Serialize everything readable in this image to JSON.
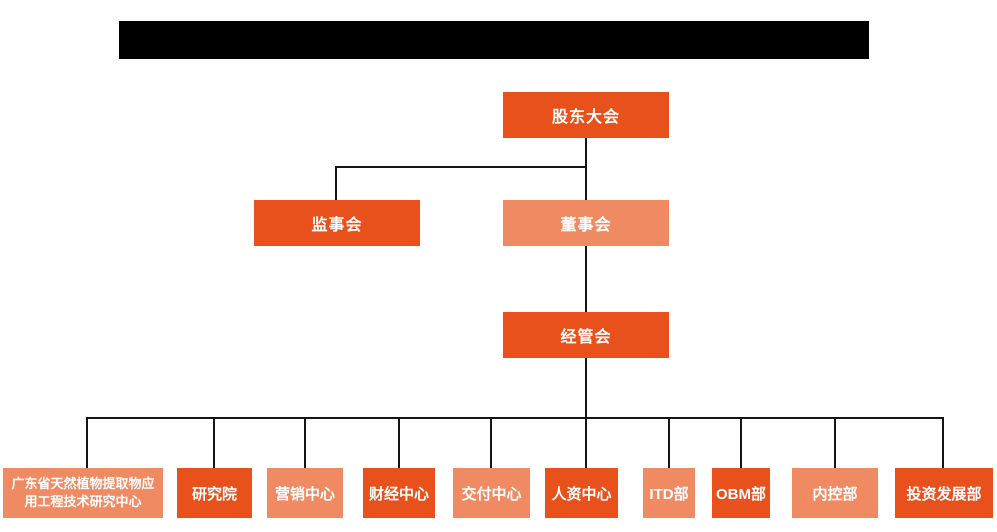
{
  "colors": {
    "primary": "#e8501c",
    "secondary": "#f08a62",
    "connector": "#141414",
    "redaction": "#000000",
    "text": "#ffffff",
    "background": "#ffffff"
  },
  "org_chart": {
    "shareholders": {
      "label": "股东大会"
    },
    "supervisory_board": {
      "label": "监事会"
    },
    "board_of_directors": {
      "label": "董事会"
    },
    "management_committee": {
      "label": "经管会"
    },
    "departments": [
      {
        "label": "广东省天然植物提取物应用工程技术研究中心",
        "variant": "light"
      },
      {
        "label": "研究院",
        "variant": "dark"
      },
      {
        "label": "营销中心",
        "variant": "light"
      },
      {
        "label": "财经中心",
        "variant": "dark"
      },
      {
        "label": "交付中心",
        "variant": "light"
      },
      {
        "label": "人资中心",
        "variant": "dark"
      },
      {
        "label": "ITD部",
        "variant": "light"
      },
      {
        "label": "OBM部",
        "variant": "dark"
      },
      {
        "label": "内控部",
        "variant": "light"
      },
      {
        "label": "投资发展部",
        "variant": "dark"
      }
    ]
  }
}
